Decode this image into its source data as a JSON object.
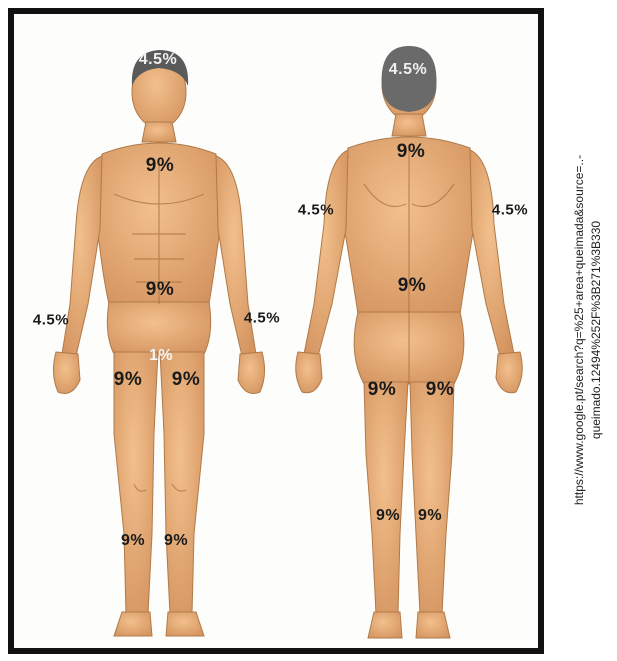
{
  "labels": {
    "front_head": "4.5%",
    "front_chest": "9%",
    "front_abdomen": "9%",
    "front_right_arm": "4.5%",
    "front_left_arm": "4.5%",
    "front_genitals": "1%",
    "front_right_thigh": "9%",
    "front_left_thigh": "9%",
    "front_right_leg": "9%",
    "front_left_leg": "9%",
    "back_head": "4.5%",
    "back_upper": "9%",
    "back_left_arm": "4.5%",
    "back_right_arm": "4.5%",
    "back_lower": "9%",
    "back_left_thigh": "9%",
    "back_right_thigh": "9%",
    "back_left_leg": "9%",
    "back_right_leg": "9%"
  },
  "source": {
    "line1": "https://www.google.pt/search?q=%25+area+queimada&source=..-",
    "line2": "queimado.12494%252F%3B271%3B330"
  },
  "colors": {
    "skin": "#e8b07a",
    "skin_shade": "#c98a55",
    "hair_front": "#5a5a5a",
    "hair_back": "#6a6a6a",
    "frame": "#111111"
  }
}
